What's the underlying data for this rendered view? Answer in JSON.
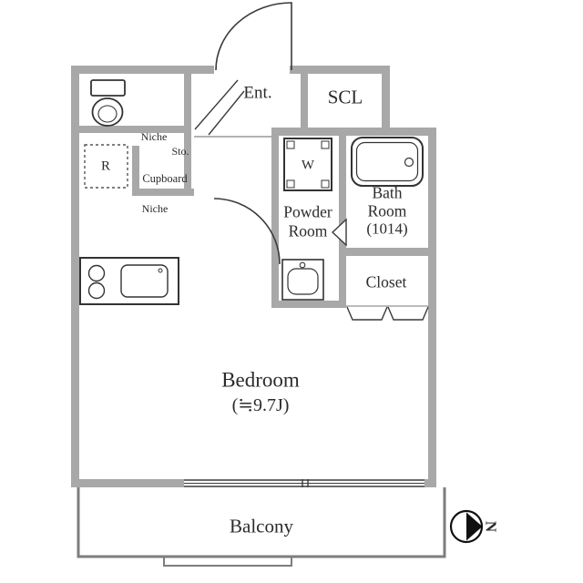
{
  "floorplan": {
    "labels": {
      "entrance": "Ent.",
      "scl": "SCL",
      "niche_top": "Niche",
      "storage": "Sto.",
      "cupboard": "Cupboard",
      "niche_bottom": "Niche",
      "refrigerator": "R",
      "washer": "W",
      "powder_room_line1": "Powder",
      "powder_room_line2": "Room",
      "bath_line1": "Bath",
      "bath_line2": "Room",
      "bath_line3": "(1014)",
      "closet": "Closet",
      "bedroom_line1": "Bedroom",
      "bedroom_line2": "(≒9.7J)",
      "balcony": "Balcony",
      "compass_north": "N"
    },
    "colors": {
      "wall": "#a8a8a8",
      "line": "#3a3a3a",
      "text": "#2b2b2b"
    }
  }
}
